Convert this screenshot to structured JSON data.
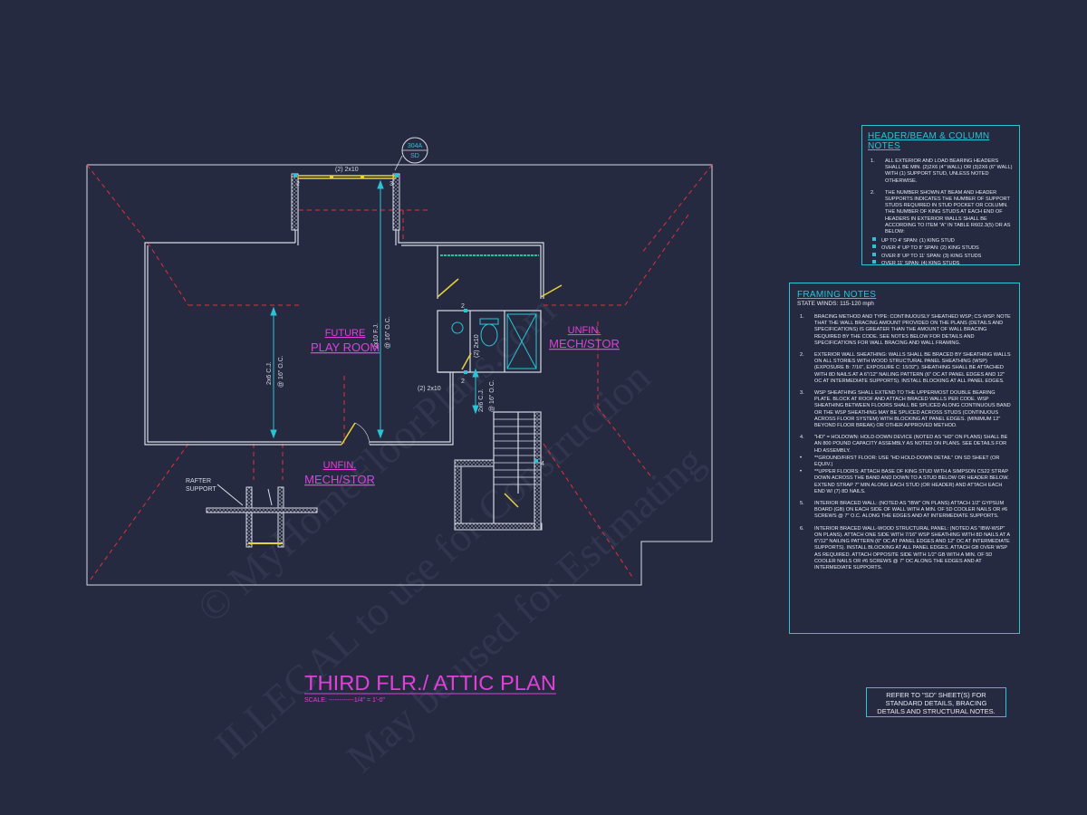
{
  "plan": {
    "title": "THIRD FLR./ ATTIC PLAN",
    "scale": "SCALE: ------------1/4\" = 1'-0\"",
    "section_tag": {
      "top": "304A",
      "bottom": "SD"
    },
    "rooms": [
      {
        "name": "FUTURE",
        "name2": "PLAY ROOM"
      },
      {
        "name": "UNFIN.",
        "name2": "MECH/STOR"
      },
      {
        "name": "UNFIN.",
        "name2": "MECH/STOR"
      }
    ],
    "labels": {
      "header_top": "(2) 2x10",
      "stud_left": "2",
      "stud_right": "3",
      "stud_stair": "4",
      "header_bath": "(2) 2x10",
      "header_bath_side": "(2) 2x10",
      "stud_bath": "2",
      "stud_bath2": "2",
      "joist_play": "2x10 F.J.",
      "joist_play2": "@ 16\" O.C.",
      "ceiling_left": "2x6 C.J.",
      "ceiling_left2": "@ 16\" O.C.",
      "ceiling_right": "2x6 C.J.",
      "ceiling_right2": "@ 16\" O.C.",
      "rafter_support": "RAFTER",
      "rafter_support2": "SUPPORT"
    }
  },
  "header_notes": {
    "title": "HEADER/BEAM & COLUMN NOTES",
    "items": [
      {
        "num": "1.",
        "text": "ALL EXTERIOR AND LOAD BEARING HEADERS SHALL BE MIN. (2)2x6 (4\" WALL) OR (3)2x6 (6\" WALL) WITH (1) SUPPORT STUD, UNLESS NOTED OTHERWISE."
      },
      {
        "num": "2.",
        "text": "THE NUMBER SHOWN AT BEAM AND HEADER SUPPORTS INDICATES THE NUMBER OF SUPPORT STUDS REQUIRED IN STUD POCKET OR COLUMN. THE NUMBER OF KING STUDS AT EACH END OF HEADERS IN EXTERIOR WALLS SHALL BE ACCORDING TO ITEM \"a\" IN TABLE R602.3(5) OR AS BELOW:"
      }
    ],
    "spans": [
      "UP TO 4' SPAN: (1) KING STUD",
      "OVER 4' UP TO 8' SPAN: (2) KING STUDS",
      "OVER 8' UP TO 11' SPAN: (3) KING STUDS",
      "OVER 11' SPAN: (4) KING STUDS"
    ]
  },
  "framing_notes": {
    "title": "FRAMING NOTES",
    "subtitle": "STATE WINDS: 115-120 mph",
    "items": [
      {
        "num": "1.",
        "text": "BRACING METHOD AND TYPE: CONTINUOUSLY SHEATHED WSP; CS-WSP. NOTE THAT THE WALL BRACING AMOUNT PROVIDED ON THE PLANS (DETAILS AND SPECIFICATIONS) IS GREATER THAN THE AMOUNT OF WALL BRACING REQUIRED BY THE CODE. SEE NOTES BELOW FOR DETAILS AND SPECIFICATIONS FOR WALL BRACING AND WALL FRAMING."
      },
      {
        "num": "2.",
        "text": "EXTERIOR WALL SHEATHING: WALLS SHALL BE BRACED BY SHEATHING WALLS ON ALL STORIES WITH WOOD STRUCTURAL PANEL SHEATHING (WSP) (EXPOSURE B: 7/16\", EXPOSURE C: 15/32\"). SHEATHING SHALL BE ATTACHED WITH 8d NAILS AT A 6\"/12\" NAILING PATTERN (6\" OC AT PANEL EDGES AND 12\" OC AT INTERMEDIATE SUPPORTS). INSTALL BLOCKING AT ALL PANEL EDGES."
      },
      {
        "num": "3.",
        "text": "WSP SHEATHING SHALL EXTEND TO THE UPPERMOST DOUBLE BEARING PLATE. BLOCK AT ROOF AND ATTACH BRACED WALLS PER CODE. WSP SHEATHING BETWEEN FLOORS SHALL BE SPLICED ALONG CONTINUOUS BAND OR THE WSP SHEATHING MAY BE SPLICED ACROSS STUDS (CONTINUOUS ACROSS FLOOR SYSTEM) WITH BLOCKING AT PANEL EDGES. (MINIMUM 12\" BEYOND FLOOR BREAK) OR OTHER APPROVED METHOD."
      },
      {
        "num": "4.",
        "text": "\"HD\" = HOLDOWN: HOLD-DOWN DEVICE (NOTED AS \"HD\" ON PLANS) SHALL BE AN 800 POUND CAPACITY ASSEMBLY AS NOTED ON PLANS. SEE DETAILS FOR HD ASSEMBLY."
      },
      {
        "num": "•",
        "bul": true,
        "text": "**GROUND/FIRST FLOOR: USE \"HD HOLD-DOWN DETAIL\" ON SD SHEET (OR EQUIV.)"
      },
      {
        "num": "•",
        "bul": true,
        "text": "**UPPER FLOORS: ATTACH BASE OF KING STUD WITH A SIMPSON CS22 STRAP DOWN ACROSS THE BAND AND DOWN TO A STUD BELOW OR HEADER BELOW. EXTEND STRAP 7\" MIN ALONG EACH STUD (OR HEADER) AND ATTACH EACH END W/ (7) 8d NAILS."
      },
      {
        "num": "5.",
        "text": "INTERIOR BRACED WALL: (NOTED AS \"IBW\" ON PLANS) ATTACH 1/2\" GYPSUM BOARD (GB) ON EACH SIDE OF WALL WITH A MIN. OF 5d COOLER NAILS OR #6 SCREWS @ 7\" O.C. ALONG THE EDGES AND AT INTERMEDIATE SUPPORTS."
      },
      {
        "num": "6.",
        "text": "INTERIOR BRACED WALL-WOOD STRUCTURAL PANEL: (NOTED AS \"IBW-WSP\" ON PLANS). ATTACH ONE SIDE WITH 7/16\" WSP SHEATHING WITH 8d NAILS AT A 6\"/12\" NAILING PATTERN (6\" OC AT PANEL EDGES AND 12\" OC AT INTERMEDIATE SUPPORTS). INSTALL BLOCKING AT ALL PANEL EDGES. ATTACH GB OVER WSP AS REQUIRED. ATTACH OPPOSITE SIDE WITH 1/2\" GB WITH A MIN. OF 5d COOLER NAILS OR #6 SCREWS @ 7\" OC ALONG THE EDGES AND AT INTERMEDIATE SUPPORTS."
      }
    ]
  },
  "refer_note": {
    "line1": "REFER TO \"SD\" SHEET(S) FOR",
    "line2": "STANDARD DETAILS, BRACING",
    "line3": "DETAILS AND STRUCTURAL NOTES."
  },
  "watermark": {
    "line1": "© MyHomeFloorPlans.com",
    "line2": "ILLEGAL to use for Construction",
    "line3": "May be used for Estimating"
  },
  "colors": {
    "background": "#262a40",
    "walls": "#d8dae4",
    "accent": "#29c4d6",
    "magenta": "#e040d8",
    "roof_lines": "#e0303a",
    "door": "#e8d23a",
    "window": "#1fc7a0"
  }
}
